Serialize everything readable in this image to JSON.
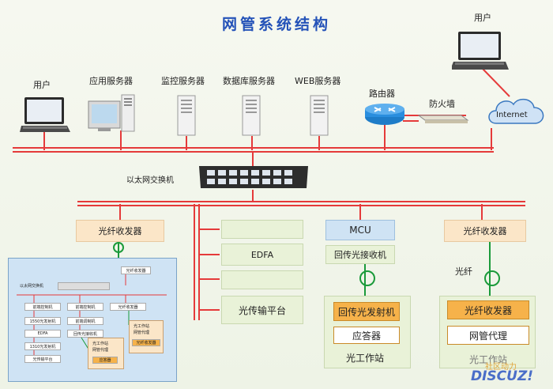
{
  "title": "网管系统结构",
  "devices": {
    "user_left": "用户",
    "app_server": "应用服务器",
    "monitor_server": "监控服务器",
    "db_server": "数据库服务器",
    "web_server": "WEB服务器",
    "router": "路由器",
    "firewall": "防火墙",
    "user_right": "用户",
    "internet": "Internet",
    "ethernet_switch": "以太网交换机"
  },
  "lower": {
    "optical_transceiver_left": "光纤收发器",
    "edfa": "EDFA",
    "optical_platform": "光传输平台",
    "mcu": "MCU",
    "return_receiver": "回传光接收机",
    "return_transmitter": "回传光发射机",
    "transponder": "应答器",
    "optical_station": "光工作站",
    "optical_transceiver_right": "光纤收发器",
    "fiber": "光纤",
    "nms_agent": "网管代理",
    "optical_station_right": "光工作站"
  },
  "inset": {
    "switch": "以太网交换机",
    "transceiver_top": "光纤收发器",
    "fwd_tx": "前端控制机",
    "fwd_tx2": "前端控制机",
    "col3_a": "光纤收发器",
    "tx1550": "1550光发射机",
    "mod": "前端调制机",
    "edfa": "EDFA",
    "return_rx": "回传光接收机",
    "tx1310": "1310光发射机",
    "platform": "光传输平台",
    "station_a": "光工作站",
    "agent_a": "网管代理",
    "transponder": "应答器",
    "station_b": "光工作站",
    "agent_b": "网管代理",
    "transceiver_b": "光纤收发器"
  },
  "watermark": {
    "site": "社区动力",
    "brand": "DISCUZ!"
  },
  "colors": {
    "bus": "#e53a3a",
    "title": "#2452b8",
    "green_box": "#e9f2d8",
    "peach_box": "#fbe6c8",
    "orange_box": "#f6b24a",
    "fiber": "#1a9a3a"
  }
}
